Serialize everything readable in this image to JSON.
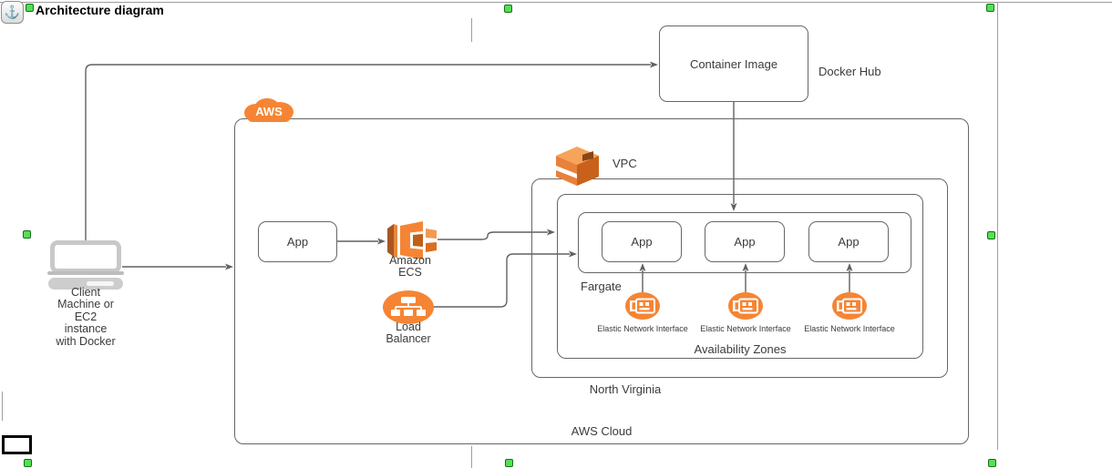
{
  "title": "Architecture diagram",
  "toolbar": {
    "anchor_icon": "⚓"
  },
  "colors": {
    "aws_orange": "#F58534",
    "box_border": "#666666",
    "connector": "#616161",
    "selection_handle": "#54e054"
  },
  "diagram": {
    "docker": {
      "container_image": "Container Image",
      "docker_hub": "Docker Hub"
    },
    "client": {
      "label": "Client\nMachine or\nEC2\ninstance\nwith Docker"
    },
    "app_source": {
      "label": "App"
    },
    "ecs": {
      "label": "Amazon\nECS"
    },
    "load_balancer": {
      "label": "Load\nBalancer"
    },
    "aws": {
      "badge": "AWS",
      "cloud_label": "AWS Cloud",
      "vpc_label": "VPC",
      "region_label": "North Virginia",
      "az_label": "Availability Zones",
      "fargate_label": "Fargate"
    },
    "fargate_apps": [
      "App",
      "App",
      "App"
    ],
    "eni_labels": [
      "Elastic Network Interface",
      "Elastic Network Interface",
      "Elastic Network Interface"
    ]
  }
}
